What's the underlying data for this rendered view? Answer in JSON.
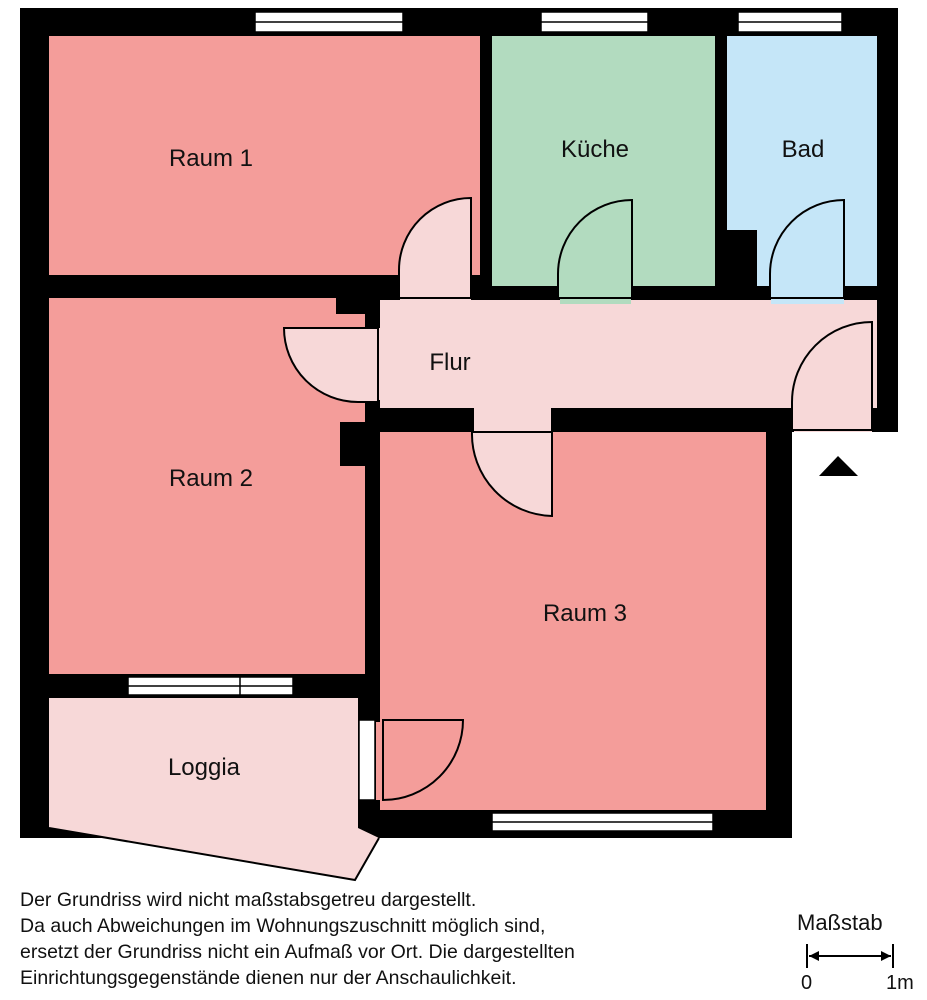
{
  "colors": {
    "wall": "#000000",
    "room": "#f49d9a",
    "light": "#f7d8d8",
    "kitchen": "#b2dbbf",
    "bath": "#c5e6f8"
  },
  "rooms": {
    "raum1": "Raum 1",
    "kueche": "Küche",
    "bad": "Bad",
    "flur": "Flur",
    "raum2": "Raum 2",
    "raum3": "Raum 3",
    "loggia": "Loggia"
  },
  "disclaimer": [
    "Der Grundriss wird nicht maßstabsgetreu dargestellt.",
    "Da auch Abweichungen im Wohnungszuschnitt möglich sind,",
    "ersetzt der Grundriss nicht ein Aufmaß vor Ort. Die dargestellten",
    "Einrichtungsgegenstände dienen nur der Anschaulichkeit."
  ],
  "scale": {
    "label": "Maßstab",
    "start": "0",
    "end": "1m"
  }
}
